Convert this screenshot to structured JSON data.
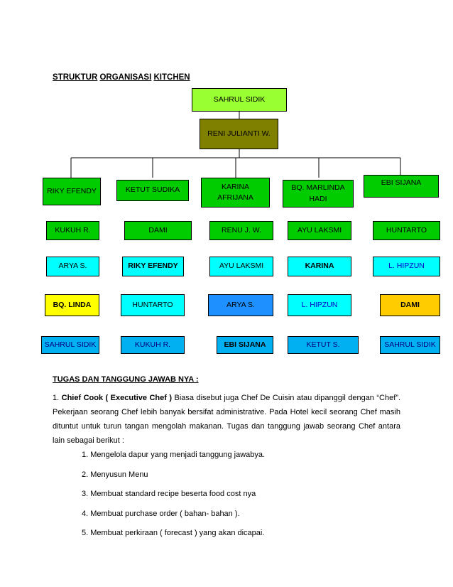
{
  "title_parts": [
    "STRUKTUR",
    "ORGANISASI",
    "KITCHEN"
  ],
  "top": {
    "name": "SAHRUL SIDIK",
    "fill": "#99FF33",
    "text": "#000000",
    "bold": false
  },
  "second": {
    "name": "RENI JULIANTI W.",
    "fill": "#808000",
    "text": "#000000",
    "bold": false
  },
  "rows": [
    [
      {
        "name": "RIKY EFENDY",
        "fill": "#00CC00",
        "text": "#000000",
        "bold": false
      },
      {
        "name": "KETUT SUDIKA",
        "fill": "#00CC00",
        "text": "#000000",
        "bold": false
      },
      {
        "name": "KARINA AFRIJANA",
        "fill": "#00CC00",
        "text": "#000000",
        "bold": false
      },
      {
        "name": "BQ. MARLINDA HADI",
        "fill": "#00CC00",
        "text": "#000000",
        "bold": false
      },
      {
        "name": "EBI SIJANA",
        "fill": "#00CC00",
        "text": "#000000",
        "bold": false
      }
    ],
    [
      {
        "name": "KUKUH R.",
        "fill": "#00CC00",
        "text": "#000000",
        "bold": false
      },
      {
        "name": "DAMI",
        "fill": "#00CC00",
        "text": "#000000",
        "bold": false
      },
      {
        "name": "RENU J. W.",
        "fill": "#00CC00",
        "text": "#000000",
        "bold": false
      },
      {
        "name": "AYU LAKSMI",
        "fill": "#00CC00",
        "text": "#000000",
        "bold": false
      },
      {
        "name": "HUNTARTO",
        "fill": "#00CC00",
        "text": "#000000",
        "bold": false
      }
    ],
    [
      {
        "name": "ARYA S.",
        "fill": "#00FFFF",
        "text": "#000000",
        "bold": false
      },
      {
        "name": "RIKY EFENDY",
        "fill": "#00FFFF",
        "text": "#000000",
        "bold": true
      },
      {
        "name": "AYU LAKSMI",
        "fill": "#00FFFF",
        "text": "#000000",
        "bold": false
      },
      {
        "name": "KARINA",
        "fill": "#00FFFF",
        "text": "#000000",
        "bold": true
      },
      {
        "name": "L. HIPZUN",
        "fill": "#00FFFF",
        "text": "#0000CC",
        "bold": false
      }
    ],
    [
      {
        "name": "BQ. LINDA",
        "fill": "#FFFF00",
        "text": "#000000",
        "bold": true
      },
      {
        "name": "HUNTARTO",
        "fill": "#00FFFF",
        "text": "#000000",
        "bold": false
      },
      {
        "name": "ARYA S.",
        "fill": "#1E90FF",
        "text": "#000000",
        "bold": false
      },
      {
        "name": "L. HIPZUN",
        "fill": "#00FFFF",
        "text": "#0000CC",
        "bold": false
      },
      {
        "name": "DAMI",
        "fill": "#FFCC00",
        "text": "#000000",
        "bold": true
      }
    ],
    [
      {
        "name": "SAHRUL SIDIK",
        "fill": "#00B0F0",
        "text": "#000080",
        "bold": false
      },
      {
        "name": "KUKUH R.",
        "fill": "#00B0F0",
        "text": "#000080",
        "bold": false
      },
      {
        "name": "EBI SIJANA",
        "fill": "#00B0F0",
        "text": "#000000",
        "bold": true
      },
      {
        "name": "KETUT S.",
        "fill": "#00B0F0",
        "text": "#000080",
        "bold": false
      },
      {
        "name": "SAHRUL SIDIK",
        "fill": "#00B0F0",
        "text": "#000080",
        "bold": false
      }
    ]
  ],
  "duties_heading": "TUGAS DAN TANGGUNG JAWAB NYA :",
  "paragraph": {
    "prefix": "1. ",
    "term": "Chief Cook ( Executive Chef )",
    "text": " Biasa disebut juga Chef De Cuisin atau dipanggil dengan “Chef”. Pekerjaan seorang Chef lebih banyak bersifat administrative. Pada Hotel kecil seorang Chef masih dituntut untuk turun tangan mengolah makanan. Tugas dan tanggung jawab seorang Chef antara lain sebagai berikut :"
  },
  "duties": [
    "1. Mengelola dapur yang menjadi tanggung jawabya.",
    "2. Menyusun Menu",
    "3. Membuat standard recipe beserta food cost nya",
    "4. Membuat purchase order ( bahan- bahan ).",
    "5. Membuat perkiraan ( forecast ) yang akan dicapai."
  ]
}
